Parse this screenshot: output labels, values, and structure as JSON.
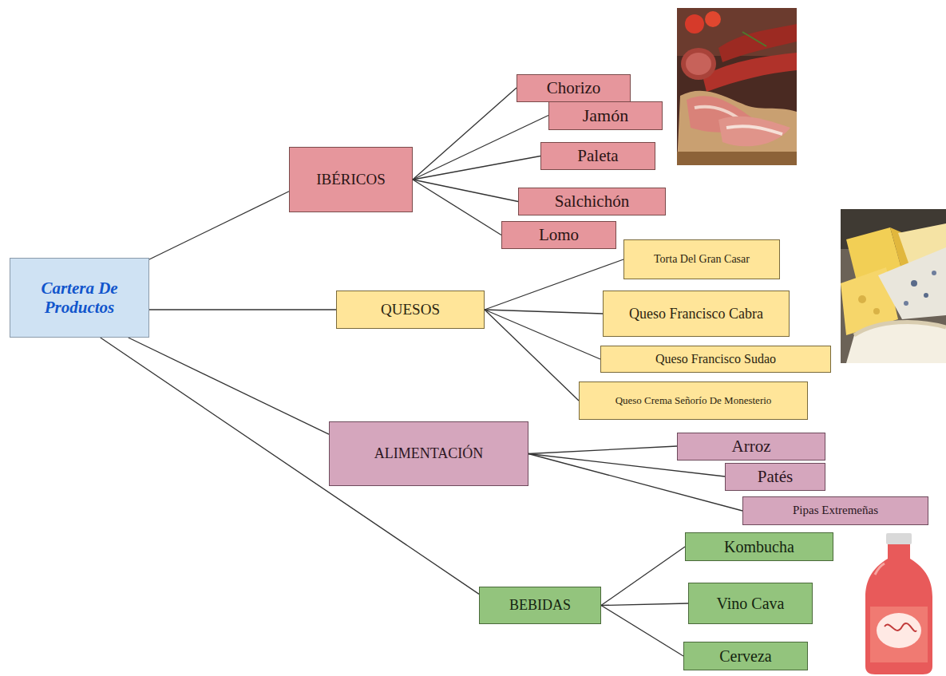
{
  "diagram": {
    "nodes": [
      {
        "text": [
          "Cartera De Productos"
        ]
      },
      {
        "text": [
          "IBÉRICOS"
        ]
      },
      {
        "text": [
          "Chorizo"
        ]
      },
      {
        "text": [
          "Jamón"
        ]
      },
      {
        "text": [
          "Paleta"
        ]
      },
      {
        "text": [
          "Salchichón"
        ]
      },
      {
        "text": [
          "Lomo"
        ]
      },
      {
        "text": [
          "QUESOS"
        ]
      },
      {
        "text": [
          "Torta Del Gran Casar"
        ]
      },
      {
        "text": [
          "Queso Francisco Cabra"
        ]
      },
      {
        "text": [
          "Queso Francisco Sudao"
        ]
      },
      {
        "text": [
          "Queso Crema Señorío De Monesterio"
        ]
      },
      {
        "text": [
          "ALIMENTACIÓN"
        ]
      },
      {
        "text": [
          "Arroz"
        ]
      },
      {
        "text": [
          "Patés"
        ]
      },
      {
        "text": [
          "Pipas Extremeñas"
        ]
      },
      {
        "text": [
          "BEBIDAS"
        ]
      },
      {
        "text": [
          "Kombucha"
        ]
      },
      {
        "text": [
          "Vino Cava"
        ]
      },
      {
        "text": [
          "Cerveza"
        ]
      }
    ],
    "edges": [
      {
        "from": 0,
        "to": 1,
        "arrow": "none"
      },
      {
        "from": 0,
        "to": 7,
        "arrow": "none"
      },
      {
        "from": 0,
        "to": 12,
        "arrow": "none"
      },
      {
        "from": 0,
        "to": 16,
        "arrow": "none"
      },
      {
        "from": 1,
        "to": 2,
        "arrow": "none"
      },
      {
        "from": 1,
        "to": 3,
        "arrow": "none"
      },
      {
        "from": 1,
        "to": 4,
        "arrow": "none"
      },
      {
        "from": 1,
        "to": 5,
        "arrow": "none"
      },
      {
        "from": 1,
        "to": 6,
        "arrow": "none"
      },
      {
        "from": 7,
        "to": 8,
        "arrow": "none"
      },
      {
        "from": 7,
        "to": 9,
        "arrow": "none"
      },
      {
        "from": 7,
        "to": 10,
        "arrow": "none"
      },
      {
        "from": 7,
        "to": 11,
        "arrow": "none"
      },
      {
        "from": 12,
        "to": 13,
        "arrow": "none"
      },
      {
        "from": 12,
        "to": 14,
        "arrow": "none"
      },
      {
        "from": 12,
        "to": 15,
        "arrow": "none"
      },
      {
        "from": 16,
        "to": 17,
        "arrow": "none"
      },
      {
        "from": 16,
        "to": 18,
        "arrow": "none"
      },
      {
        "from": 16,
        "to": 19,
        "arrow": "none"
      }
    ]
  }
}
